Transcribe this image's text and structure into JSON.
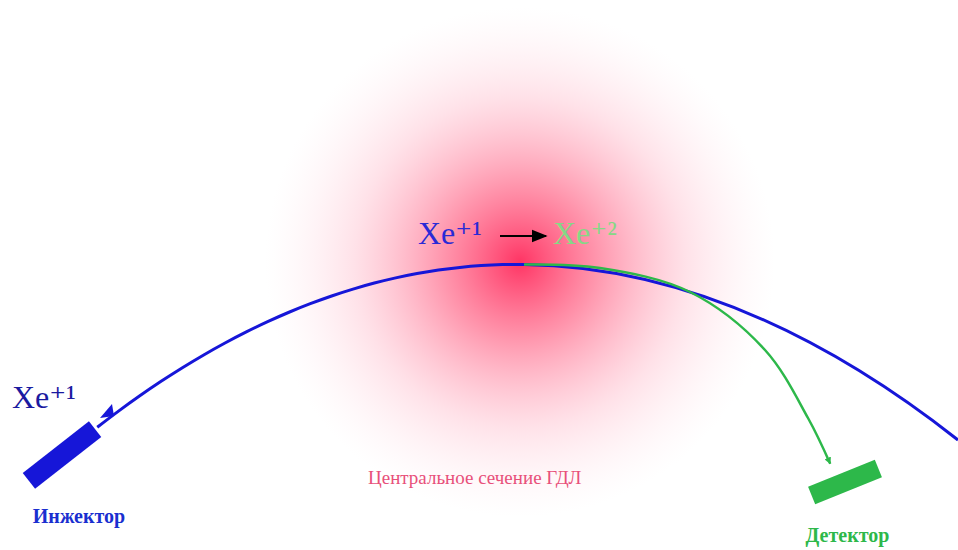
{
  "diagram": {
    "nodes": [
      {
        "text": [
          "Инжектор"
        ]
      },
      {
        "text": [
          "Детектор"
        ]
      }
    ],
    "edges": [
      {
        "from": 0,
        "to": 1,
        "arrow": "to"
      }
    ],
    "labels": [
      "Xe⁺¹",
      "Xe⁺¹",
      "Xe⁺²",
      "Центральное сечение ГДЛ"
    ]
  }
}
